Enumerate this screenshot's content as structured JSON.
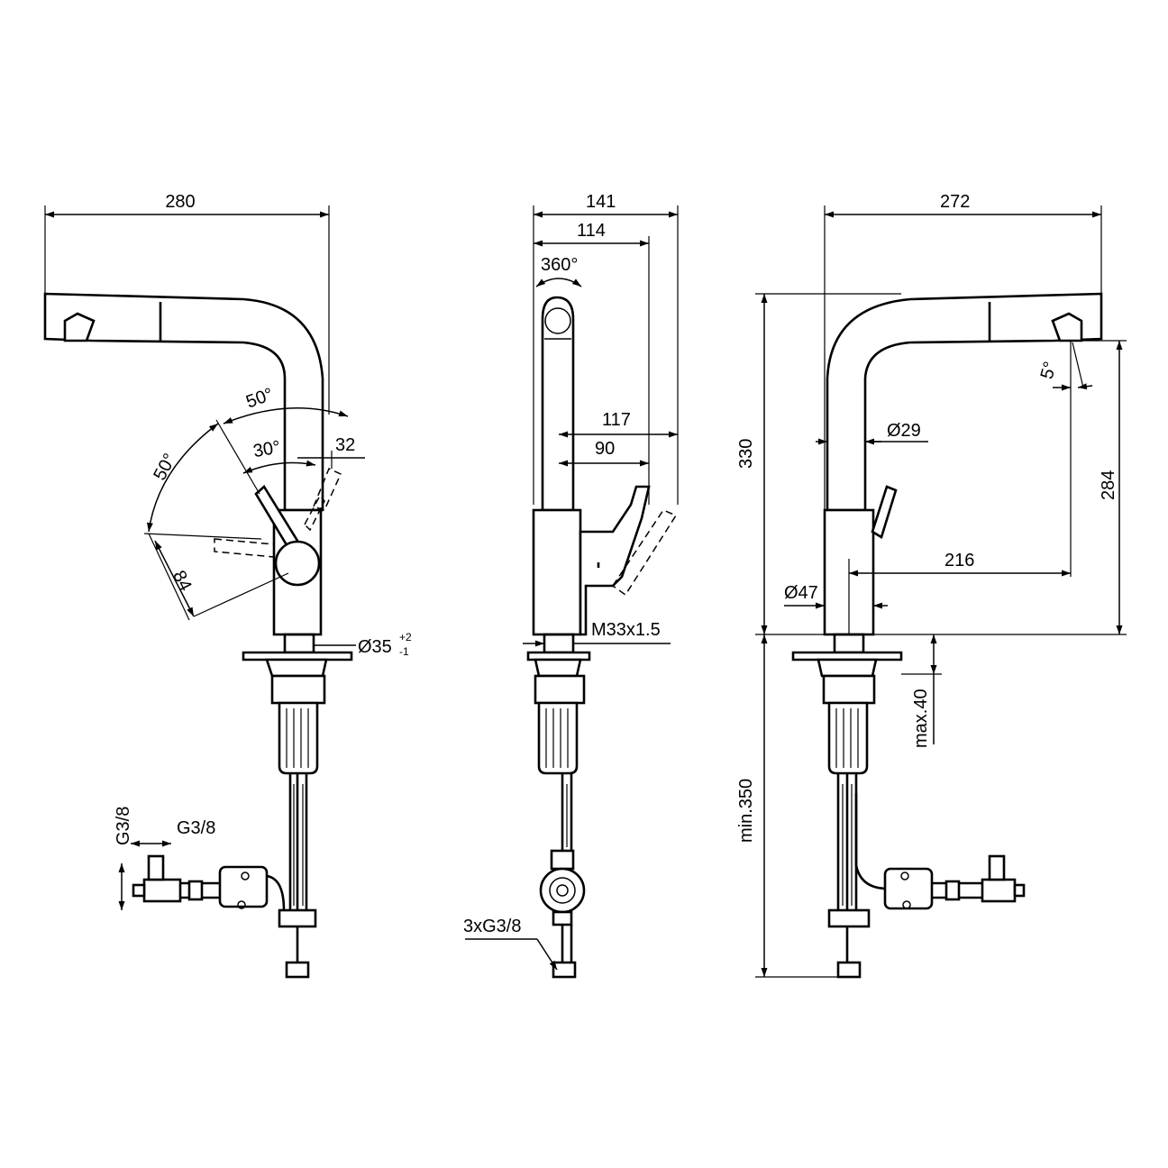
{
  "views": {
    "front": {
      "width": "280",
      "angle_upper": "50°",
      "angle_side": "50°",
      "angle_inner": "30°",
      "lever_offset": "32",
      "lever_length": "84",
      "hole_diameter": "Ø35",
      "tol_plus": "+2",
      "tol_minus": "-1",
      "connection_vertical": "G3/8",
      "connection_horizontal": "G3/8"
    },
    "side": {
      "width_total": "141",
      "width_inner": "114",
      "rotation": "360°",
      "lever_reach": "117",
      "lever_inner": "90",
      "thread": "M33x1.5",
      "connections": "3xG3/8"
    },
    "back": {
      "width": "272",
      "height": "330",
      "spout_height": "284",
      "spout_angle": "5°",
      "spout_diameter": "Ø29",
      "body_diameter": "Ø47",
      "reach": "216",
      "max_thickness": "max.40",
      "min_depth": "min.350"
    }
  }
}
